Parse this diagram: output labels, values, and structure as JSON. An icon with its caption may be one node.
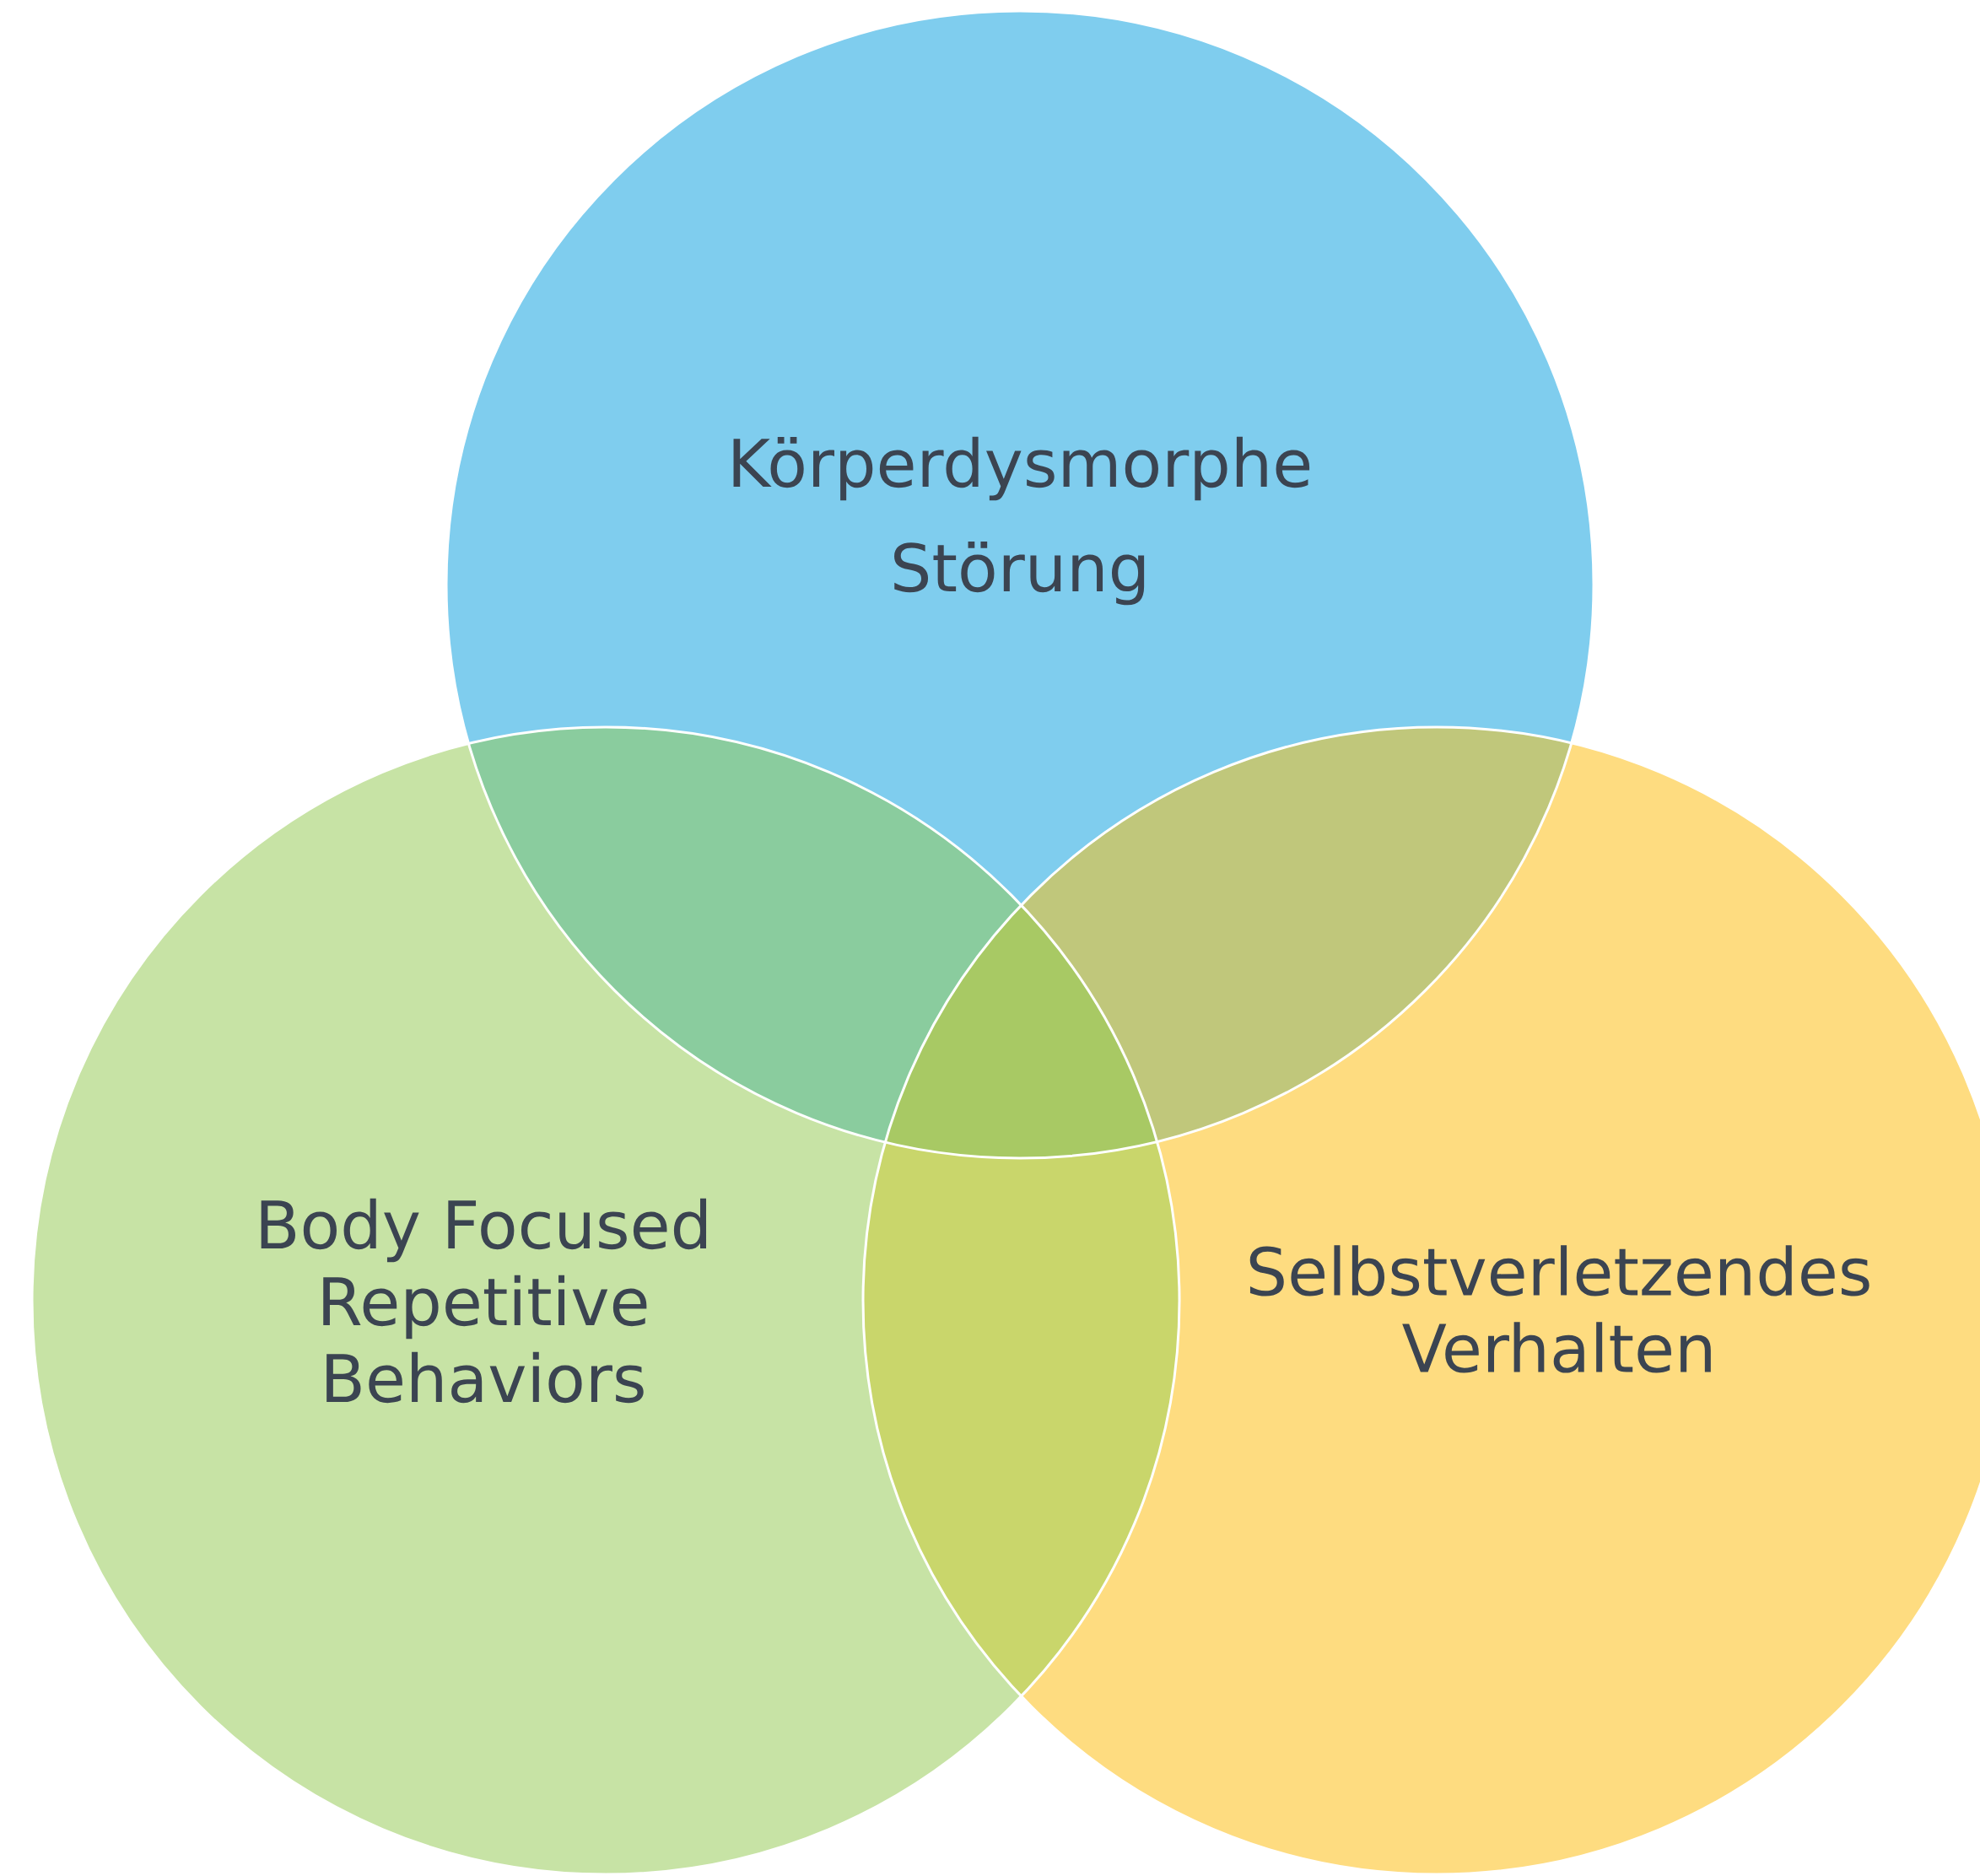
{
  "diagram": {
    "nodes": [
      {
        "text": [
          "Körperdysmorphe Störung"
        ]
      },
      {
        "text": [
          "Body Focused Repetitive Behaviors"
        ]
      },
      {
        "text": [
          "Selbstverletzendes Verhalten"
        ]
      }
    ]
  }
}
